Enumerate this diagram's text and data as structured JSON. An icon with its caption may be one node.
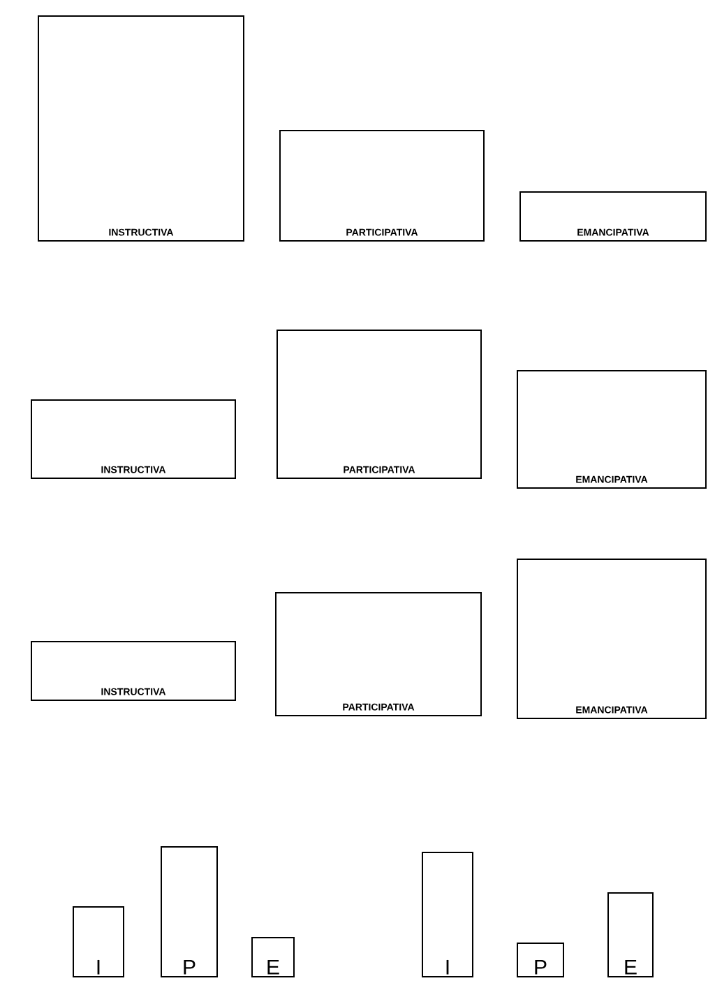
{
  "diagram": {
    "nodes": [
      {
        "text": [
          "INSTRUCTIVA"
        ]
      },
      {
        "text": [
          "PARTICIPATIVA"
        ]
      },
      {
        "text": [
          "EMANCIPATIVA"
        ]
      },
      {
        "text": [
          "INSTRUCTIVA"
        ]
      },
      {
        "text": [
          "PARTICIPATIVA"
        ]
      },
      {
        "text": [
          "EMANCIPATIVA"
        ]
      },
      {
        "text": [
          "INSTRUCTIVA"
        ]
      },
      {
        "text": [
          "PARTICIPATIVA"
        ]
      },
      {
        "text": [
          "EMANCIPATIVA"
        ]
      },
      {
        "text": [
          "I"
        ]
      },
      {
        "text": [
          "P"
        ]
      },
      {
        "text": [
          "E"
        ]
      },
      {
        "text": [
          "I"
        ]
      },
      {
        "text": [
          "P"
        ]
      },
      {
        "text": [
          "E"
        ]
      }
    ]
  }
}
